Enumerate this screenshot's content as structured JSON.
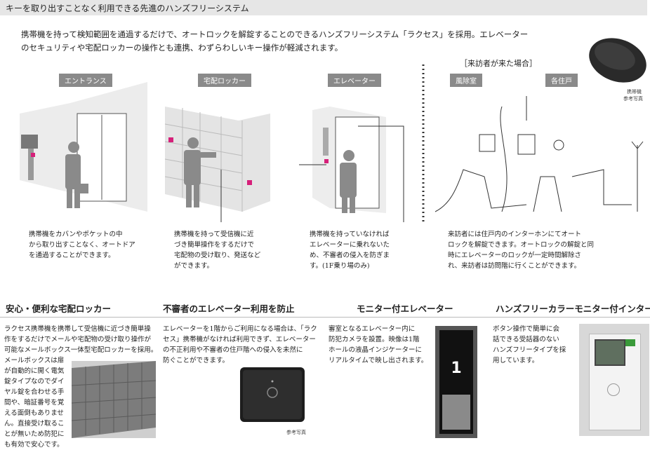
{
  "header": {
    "title": "キーを取り出すことなく利用できる先進のハンズフリーシステム"
  },
  "intro": {
    "line1": "携帯機を持って検知範囲を通過するだけで、オートロックを解錠することのできるハンズフリーシステム「ラクセス」を採用。エレベーター",
    "line2": "のセキュリティや宅配ロッカーの操作とも連携、わずらわしいキー操作が軽減されます。"
  },
  "visitor_heading": "［来訪者が来た場合］",
  "device_caption": {
    "line1": "携帯機",
    "line2": "参考写真"
  },
  "panels": {
    "entrance": {
      "label": "エントランス",
      "text": [
        "携帯機をカバンやポケットの中",
        "から取り出すことなく、オートドア",
        "を通過することができます。"
      ]
    },
    "locker": {
      "label": "宅配ロッカー",
      "text": [
        "携帯機を持って受信機に近",
        "づき簡単操作をするだけで",
        "宅配物の受け取り、発送など",
        "ができます。"
      ]
    },
    "elevator": {
      "label": "エレベーター",
      "text": [
        "携帯機を持っていなければ",
        "エレベーターに乗れないた",
        "め、不審者の侵入を防ぎま",
        "す。(1F乗り場のみ)"
      ]
    },
    "windbreak": {
      "label": "風除室"
    },
    "unit": {
      "label": "各住戸"
    },
    "visitor": {
      "text": [
        "来訪者には住戸内のインターホンにてオート",
        "ロックを解錠できます。オートロックの解錠と同",
        "時にエレベーターのロックが一定時間解除さ",
        "れ、来訪者は訪問階に行くことができます。"
      ]
    }
  },
  "sections": {
    "locker": {
      "title": "安心・便利な宅配ロッカー",
      "text_full": [
        "ラクセス携帯機を携帯して受信機に近づき簡単操",
        "作をするだけでメールや宅配物の受け取り操作が",
        "可能なメールボックス一体型宅配ロッカーを採用。"
      ],
      "text_side": [
        "メールボックスは扉",
        "が自動的に開く電気",
        "錠タイプなのでダイ",
        "ヤル錠を合わせる手",
        "間や、暗証番号を覚",
        "える面倒もありませ",
        "ん。直接受け取るこ",
        "とが無いため防犯に",
        "も有効で安心です。"
      ]
    },
    "anti_intrusion": {
      "title": "不審者のエレベーター利用を防止",
      "text": [
        "エレベーターを1階からご利用になる場合は、「ラク",
        "セス」携帯機がなければ利用できず、エレベーター",
        "の不正利用や不審者の住戸階への侵入を未然に",
        "防ぐことができます。"
      ],
      "caption": "参考写真"
    },
    "monitor_elevator": {
      "title": "モニター付エレベーター",
      "text": [
        "審室となるエレベーター内に",
        "防犯カメラを設置。映像は1階",
        "ホールの液晶インジケーターに",
        "リアルタイムで映し出されます。"
      ],
      "display_number": "1"
    },
    "intercom": {
      "title": "ハンズフリーカラーモニター付インターホン",
      "text": [
        "ボタン操作で簡単に会",
        "話できる受話器のない",
        "ハンズフリータイプを採",
        "用しています。"
      ]
    }
  },
  "colors": {
    "accent": "#d6207a",
    "label_bg": "#8a8a8a",
    "header_bg": "#e6e6e6"
  }
}
